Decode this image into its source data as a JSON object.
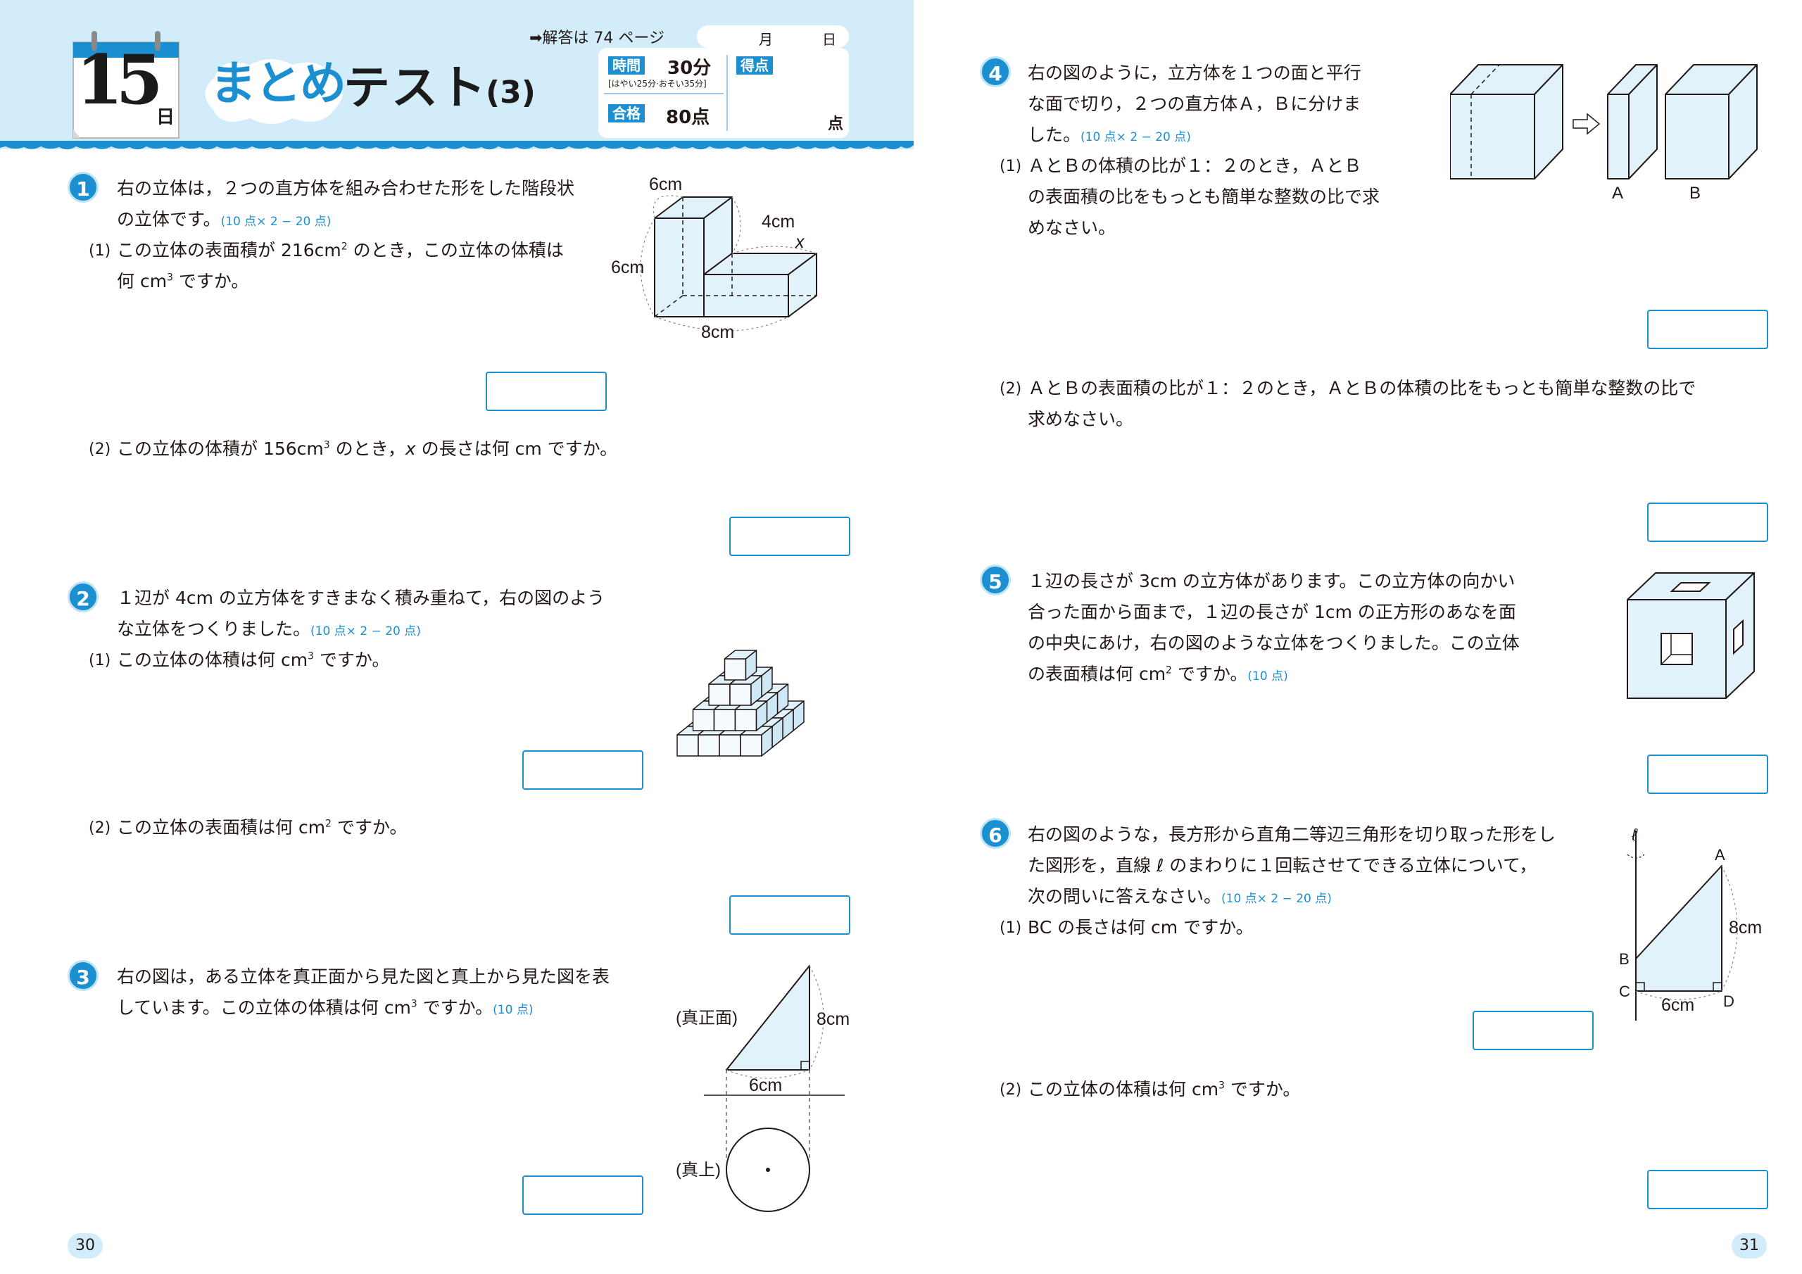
{
  "header": {
    "day_number": "15",
    "day_suffix": "日",
    "title_left": "まとめ",
    "title_right": "テスト",
    "title_number": "(3)",
    "answer_ref": "➡解答は 74 ページ",
    "date_month": "月",
    "date_day": "日",
    "time_label": "時間",
    "time_value": "30分",
    "time_note": "[はやい25分·おそい35分]",
    "pass_label": "合格",
    "pass_value": "80点",
    "score_label": "得点",
    "score_unit": "点"
  },
  "problems": {
    "p1": {
      "num": "1",
      "line1": "右の立体は，２つの直方体を組み合わせた形をした階段状",
      "line2": "の立体です。",
      "points": "(10 点× 2 − 20 点)",
      "q1_no": "(1)",
      "q1_line1_a": "この立体の表面積が 216cm",
      "q1_line1_sup": "2",
      "q1_line1_b": " のとき，この立体の体積は",
      "q1_line2_a": "何 cm",
      "q1_line2_sup": "3",
      "q1_line2_b": " ですか。",
      "q2_no": "(2)",
      "q2_a": "この立体の体積が 156cm",
      "q2_sup": "3",
      "q2_b": " のとき，",
      "q2_var": "x",
      "q2_c": " の長さは何 cm ですか。",
      "fig_labels": {
        "top": "6cm",
        "mid": "4cm",
        "var": "x",
        "left": "6cm",
        "bottom": "8cm"
      }
    },
    "p2": {
      "num": "2",
      "line1": "１辺が 4cm の立方体をすきまなく積み重ねて，右の図のよう",
      "line2": "な立体をつくりました。",
      "points": "(10 点× 2 − 20 点)",
      "q1_no": "(1)",
      "q1_a": "この立体の体積は何 cm",
      "q1_sup": "3",
      "q1_b": " ですか。",
      "q2_no": "(2)",
      "q2_a": "この立体の表面積は何 cm",
      "q2_sup": "2",
      "q2_b": " ですか。"
    },
    "p3": {
      "num": "3",
      "line1": "右の図は，ある立体を真正面から見た図と真上から見た図を表",
      "line2_a": "しています。この立体の体積は何 cm",
      "line2_sup": "3",
      "line2_b": " ですか。",
      "points": "(10 点)",
      "fig_front": "(真正面)",
      "fig_top": "(真上)",
      "fig_height": "8cm",
      "fig_base": "6cm"
    },
    "p4": {
      "num": "4",
      "line1": "右の図のように，立方体を１つの面と平行",
      "line2": "な面で切り，２つの直方体Ａ，Ｂに分けま",
      "line3": "した。",
      "points": "(10 点× 2 − 20 点)",
      "q1_no": "(1)",
      "q1_line1": "ＡとＢの体積の比が１：２のとき，ＡとＢ",
      "q1_line2": "の表面積の比をもっとも簡単な整数の比で求",
      "q1_line3": "めなさい。",
      "q2_no": "(2)",
      "q2_line1": "ＡとＢの表面積の比が１：２のとき，ＡとＢの体積の比をもっとも簡単な整数の比で",
      "q2_line2": "求めなさい。",
      "fig_a": "A",
      "fig_b": "B"
    },
    "p5": {
      "num": "5",
      "line1": "１辺の長さが 3cm の立方体があります。この立方体の向かい",
      "line2": "合った面から面まで，１辺の長さが 1cm の正方形のあなを面",
      "line3": "の中央にあけ，右の図のような立体をつくりました。この立体",
      "line4_a": "の表面積は何 cm",
      "line4_sup": "2",
      "line4_b": " ですか。",
      "points": "(10 点)"
    },
    "p6": {
      "num": "6",
      "line1": "右の図のような，長方形から直角二等辺三角形を切り取った形をし",
      "line2_a": "た図形を，直線 ",
      "line2_var": "ℓ",
      "line2_b": " のまわりに１回転させてできる立体について，",
      "line3": "次の問いに答えなさい。",
      "points": "(10 点× 2 − 20 点)",
      "q1_no": "(1)",
      "q1": "BC の長さは何 cm ですか。",
      "q2_no": "(2)",
      "q2_a": "この立体の体積は何 cm",
      "q2_sup": "3",
      "q2_b": " ですか。",
      "fig_l": "ℓ",
      "fig_a": "A",
      "fig_b": "B",
      "fig_c": "C",
      "fig_d": "D",
      "fig_h": "8cm",
      "fig_w": "6cm"
    }
  },
  "pages": {
    "left": "30",
    "right": "31"
  },
  "colors": {
    "accent": "#1c8fd0",
    "band": "#d3ecfa",
    "solid_fill": "#e2f2fb"
  }
}
